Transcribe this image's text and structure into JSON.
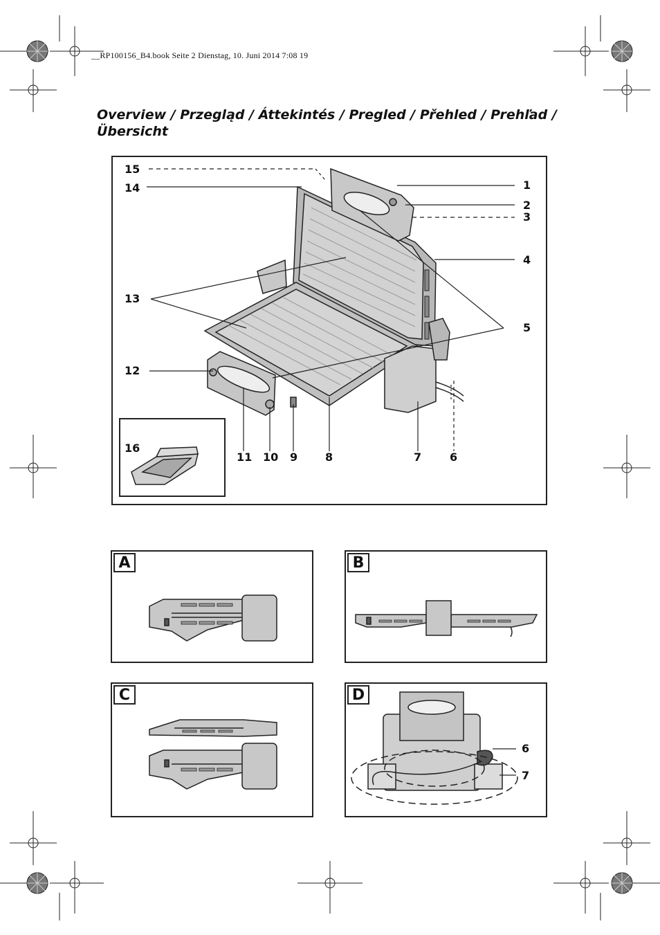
{
  "header": {
    "file_info": "__RP100156_B4.book  Seite 2  Dienstag, 10. Juni 2014  7:08 19"
  },
  "title": {
    "line1": "Overview / Przegląd / Áttekintés / Pregled / Přehled / Prehľad /",
    "line2": "Übersicht"
  },
  "overview_labels": {
    "l1": "1",
    "l2": "2",
    "l3": "3",
    "l4": "4",
    "l5": "5",
    "l6": "6",
    "l7": "7",
    "l8": "8",
    "l9": "9",
    "l10": "10",
    "l11": "11",
    "l12": "12",
    "l13": "13",
    "l14": "14",
    "l15": "15",
    "l16": "16"
  },
  "panels": {
    "a": "A",
    "b": "B",
    "c": "C",
    "d": "D",
    "d_label_6": "6",
    "d_label_7": "7"
  },
  "colors": {
    "appliance_gray": "#c8c8c8",
    "appliance_dark": "#8a8a8a",
    "line": "#222222"
  }
}
